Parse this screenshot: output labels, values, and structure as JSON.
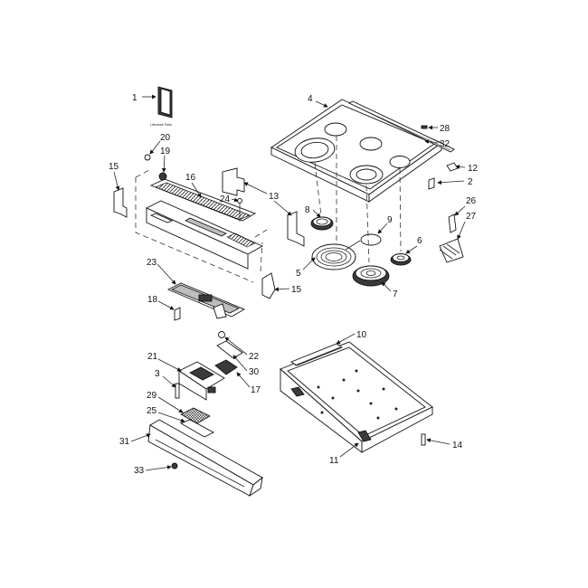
{
  "diagram": {
    "booklet_caption": "Literature Parts",
    "callouts": [
      "1",
      "2",
      "3",
      "4",
      "5",
      "6",
      "7",
      "8",
      "9",
      "10",
      "11",
      "12",
      "13",
      "14",
      "15",
      "15",
      "16",
      "17",
      "18",
      "19",
      "20",
      "21",
      "22",
      "23",
      "24",
      "25",
      "26",
      "27",
      "28",
      "29",
      "30",
      "31",
      "32",
      "33"
    ]
  }
}
